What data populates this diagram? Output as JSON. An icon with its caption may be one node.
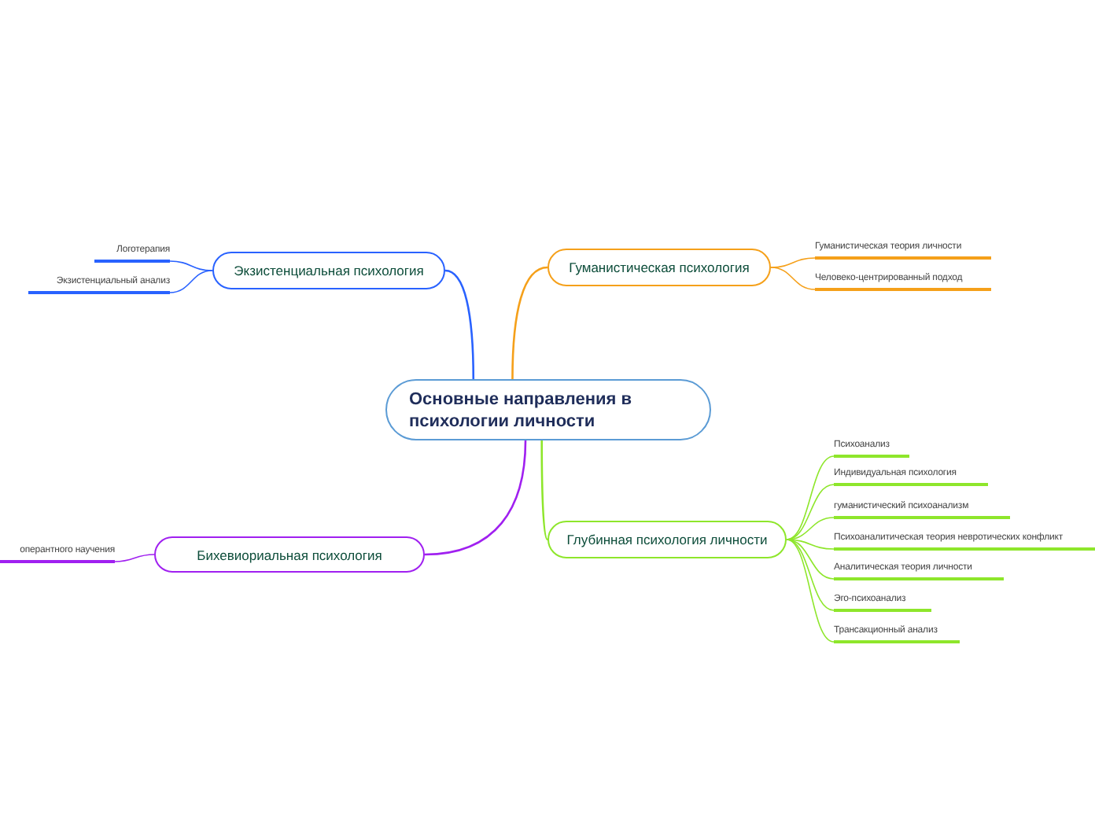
{
  "diagram": {
    "nodes": [
      {
        "text": [
          "Основные направления в психологии личности"
        ]
      },
      {
        "text": [
          "Экзистенциальная психология"
        ]
      },
      {
        "text": [
          "Логотерапия"
        ]
      },
      {
        "text": [
          "Экзистенциальный анализ"
        ]
      },
      {
        "text": [
          "Гуманистическая психология"
        ]
      },
      {
        "text": [
          "Гуманистическая теория личности"
        ]
      },
      {
        "text": [
          "Человеко-центрированный подход"
        ]
      },
      {
        "text": [
          "Глубинная психология личности"
        ]
      },
      {
        "text": [
          "Психоанализ"
        ]
      },
      {
        "text": [
          "Индивидуальная психология"
        ]
      },
      {
        "text": [
          "гуманистический психоанализм"
        ]
      },
      {
        "text": [
          "Психоаналитическая теория невротических конфликт"
        ]
      },
      {
        "text": [
          "Аналитическая теория личности"
        ]
      },
      {
        "text": [
          "Эго-психоанализ"
        ]
      },
      {
        "text": [
          "Трансакционный анализ"
        ]
      },
      {
        "text": [
          "Бихевиориальная психология"
        ]
      },
      {
        "text": [
          "оперантного научения"
        ]
      }
    ],
    "edges": [
      {
        "from": 0,
        "to": 1,
        "arrow": "none",
        "color": "#2962ff"
      },
      {
        "from": 1,
        "to": 2,
        "arrow": "none",
        "color": "#2962ff"
      },
      {
        "from": 1,
        "to": 3,
        "arrow": "none",
        "color": "#2962ff"
      },
      {
        "from": 0,
        "to": 4,
        "arrow": "none",
        "color": "#f5a01a"
      },
      {
        "from": 4,
        "to": 5,
        "arrow": "none",
        "color": "#f5a01a"
      },
      {
        "from": 4,
        "to": 6,
        "arrow": "none",
        "color": "#f5a01a"
      },
      {
        "from": 0,
        "to": 7,
        "arrow": "none"
      },
      {
        "from": 7,
        "to": 8,
        "arrow": "none"
      },
      {
        "from": 7,
        "to": 9,
        "arrow": "none"
      },
      {
        "from": 7,
        "to": 10,
        "arrow": "none"
      },
      {
        "from": 7,
        "to": 11,
        "arrow": "none"
      },
      {
        "from": 7,
        "to": 12,
        "arrow": "none"
      },
      {
        "from": 7,
        "to": 13,
        "arrow": "none"
      },
      {
        "from": 7,
        "to": 14,
        "arrow": "none"
      },
      {
        "from": 0,
        "to": 15,
        "arrow": "none",
        "color": "#a020f0"
      },
      {
        "from": 15,
        "to": 16,
        "arrow": "none",
        "color": "#a020f0"
      }
    ]
  }
}
